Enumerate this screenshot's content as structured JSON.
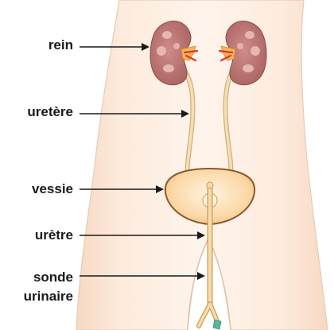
{
  "labels": {
    "rein": "rein",
    "uretere": "uretère",
    "vessie": "vessie",
    "uretre": "urètre",
    "sonde_line1": "sonde",
    "sonde_line2": "urinaire"
  },
  "colors": {
    "skin": "#fce7d6",
    "skin_outline": "#e3c7b1",
    "kidney": "#c07a78",
    "kidney_spots": "#e9b7b2",
    "adrenal": "#f2b65a",
    "vessel_red": "#e0352b",
    "ureter": "#f1d9a9",
    "ureter_outline": "#d2b07d",
    "bladder": "#fbd9a8",
    "bladder_outline": "#8a5a2d",
    "catheter": "#f5d39b",
    "catheter_outline": "#c99b5a",
    "catheter_tip": "#5bb59a",
    "arrow": "#1a1a1a"
  }
}
